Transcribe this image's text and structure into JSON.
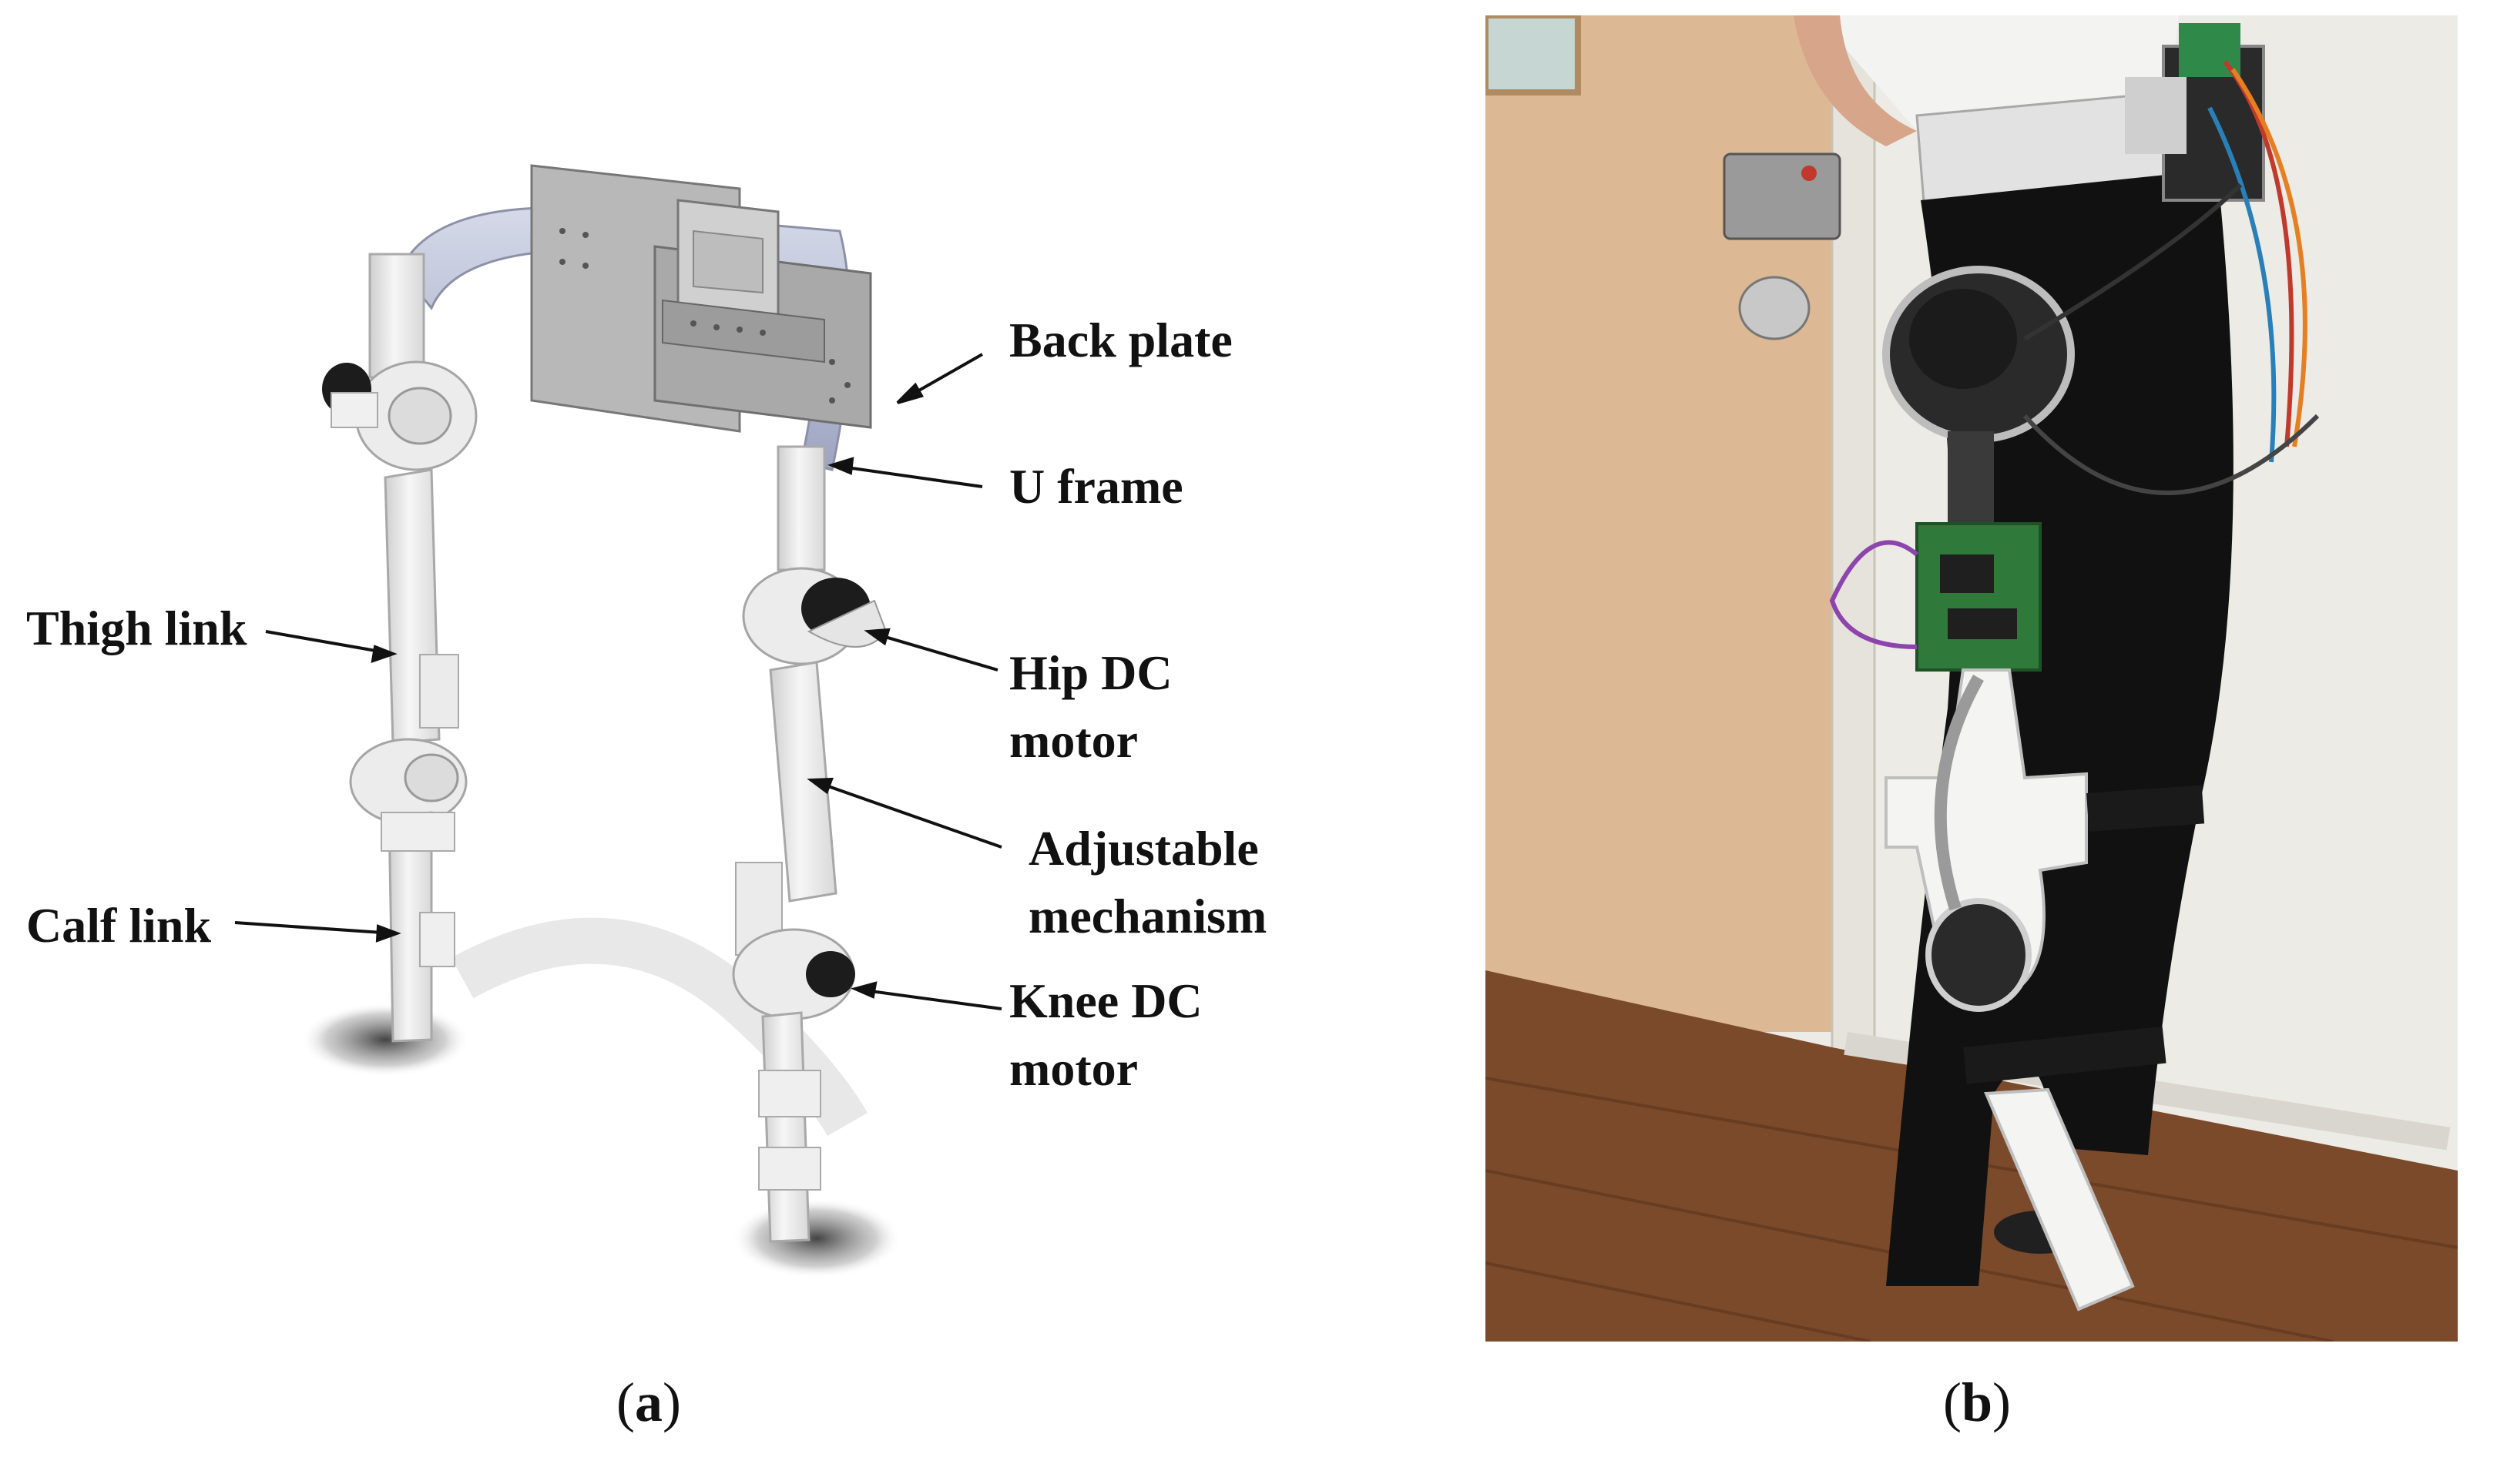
{
  "panel_a": {
    "labels": {
      "back_plate": "Back plate",
      "u_frame": "U frame",
      "thigh_link": "Thigh link",
      "hip_motor_line1": "Hip DC",
      "hip_motor_line2": "motor",
      "adjustable_line1": "Adjustable",
      "adjustable_line2": "mechanism",
      "calf_link": "Calf link",
      "knee_motor_line1": "Knee DC",
      "knee_motor_line2": "motor"
    },
    "caption": {
      "open": "(",
      "letter": "a",
      "close": ")"
    }
  },
  "panel_b": {
    "caption": {
      "open": "(",
      "letter": "b",
      "close": ")"
    }
  },
  "colors": {
    "frame_white": "#f1f1f1",
    "frame_shadow": "#bdbdbd",
    "u_frame_blue": "#b9bfd6",
    "motor_black": "#1c1c1c",
    "door_wood": "#dcb894",
    "floor_wood": "#7a4a2a",
    "wall": "#ecebe6",
    "pcb_green": "#2f7a3a"
  }
}
